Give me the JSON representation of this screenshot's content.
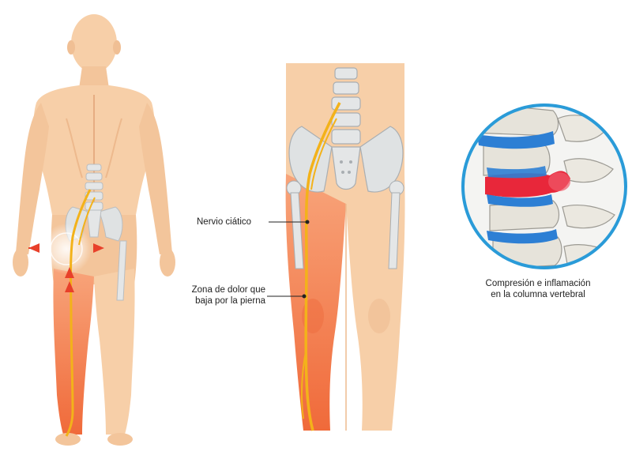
{
  "labels": {
    "nervio": "Nervio ciático",
    "zona_line1": "Zona de dolor que",
    "zona_line2": "baja por la pierna",
    "compresion_line1": "Compresión e inflamación",
    "compresion_line2": "en la columna vertebral"
  },
  "colors": {
    "skin": "#f7cfa8",
    "skin_shade": "#eebb8f",
    "pain": "#f47a4a",
    "nerve": "#f3b21a",
    "bone": "#e4e6e7",
    "bone_shade": "#b9bdc0",
    "disc_blue": "#2d7fd4",
    "inflamed": "#e8273a",
    "circle_border": "#2a9bd8",
    "arrow": "#e8402a"
  }
}
